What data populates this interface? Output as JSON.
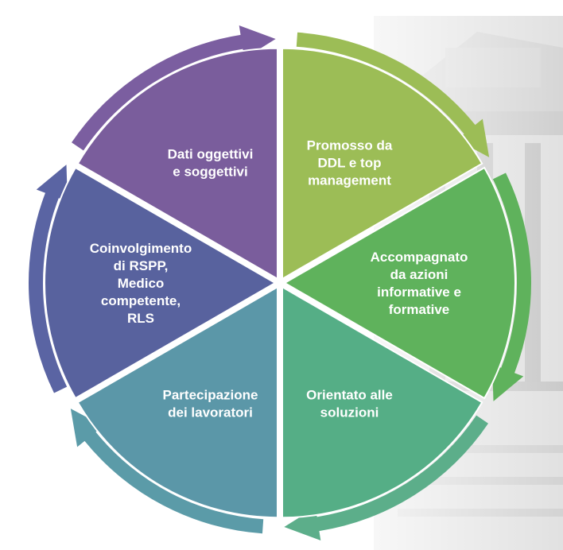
{
  "diagram": {
    "type": "cycle",
    "segments": [
      {
        "id": "promosso",
        "lines": [
          "Promosso da",
          "DDL e top",
          "management"
        ],
        "color": "#9cbd56",
        "arrow_color": "#9cbd56"
      },
      {
        "id": "accompagnato",
        "lines": [
          "Accompagnato",
          "da azioni",
          "informative e",
          "formative"
        ],
        "color": "#5fb25c",
        "arrow_color": "#5fb25c"
      },
      {
        "id": "orientato",
        "lines": [
          "Orientato alle",
          "soluzioni"
        ],
        "color": "#55ae86",
        "arrow_color": "#5cae8a"
      },
      {
        "id": "partecipazione",
        "lines": [
          "Partecipazione",
          "dei lavoratori"
        ],
        "color": "#5b97a8",
        "arrow_color": "#5b9ba8"
      },
      {
        "id": "coinvolgimento",
        "lines": [
          "Coinvolgimento",
          "di RSPP,",
          "Medico",
          "competente,",
          "RLS"
        ],
        "color": "#58629e",
        "arrow_color": "#5a64a3"
      },
      {
        "id": "dati",
        "lines": [
          "Dati oggettivi",
          "e soggettivi"
        ],
        "color": "#7a5d9c",
        "arrow_color": "#7b5ea0"
      }
    ]
  }
}
